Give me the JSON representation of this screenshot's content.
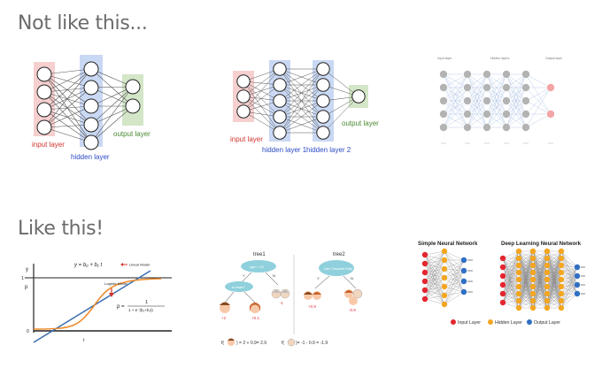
{
  "headings": {
    "top": "Not like this...",
    "bottom": "Like this!"
  },
  "nn1": {
    "input_label": "input layer",
    "hidden_label": "hidden layer",
    "output_label": "output layer"
  },
  "nn2": {
    "input_label": "input layer",
    "hidden1_label": "hidden layer 1",
    "hidden2_label": "hidden layer 2",
    "output_label": "output layer"
  },
  "nn3": {
    "input_label": "Input layer",
    "hidden_label": "Hidden layers",
    "output_label": "Output layer"
  },
  "logistic": {
    "y_axis": "y",
    "one": "1",
    "p": "p",
    "zero": "0",
    "t": "t",
    "linear_eq": "y = b₀ + b₁ t",
    "linear_label": "Linear Model",
    "logistic_label": "Logistic Model",
    "p_eq_lhs": "p =",
    "p_eq_num": "1",
    "p_eq_den": "1 + e⁻(b₀+b₁t)"
  },
  "trees": {
    "tree1_title": "tree1",
    "tree2_title": "tree2",
    "t1_root": "age < 15",
    "t1_child": "is male?",
    "t2_root": "Use Computer Daily",
    "y": "Y",
    "n": "N",
    "v1": "+2",
    "v2": "+0.1",
    "v3": "-1",
    "v4": "+0.9",
    "v5": "-0.9",
    "f1_pre": "f(",
    "f1_post": ") = 2 + 0.9= 2.9",
    "f2_pre": "f(",
    "f2_post": ")= -1 - 0.9 = -1.9"
  },
  "dl": {
    "simple_title": "Simple Neural Network",
    "deep_title": "Deep Learning Neural Network",
    "legend": [
      "Input Layer",
      "Hidden Layer",
      "Output Layer"
    ],
    "colors": {
      "input": "#e3262f",
      "hidden": "#f4a622",
      "output": "#2f6fc4"
    }
  }
}
